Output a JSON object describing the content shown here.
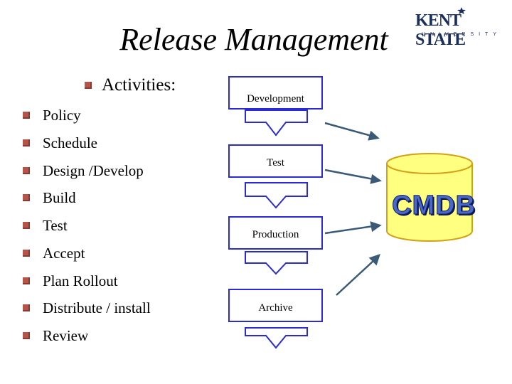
{
  "slide": {
    "title": "Release Management",
    "logo": {
      "main": "KENT STATE",
      "sub": "UNIVERSITY"
    },
    "heading": "Activities:",
    "items": [
      "Policy",
      "Schedule",
      "Design /Develop",
      "Build",
      "Test",
      "Accept",
      "Plan Rollout",
      "Distribute / install",
      "Review"
    ]
  },
  "flow": {
    "stages": [
      "Development",
      "Test",
      "Production",
      "Archive"
    ],
    "repository": "CMDB"
  },
  "colors": {
    "bullet": "#b5554a",
    "box_border": "#2b2bd6",
    "cmdb_fill": "#ffff80",
    "cmdb_border": "#d4a017",
    "arrow": "#3a5a78"
  }
}
